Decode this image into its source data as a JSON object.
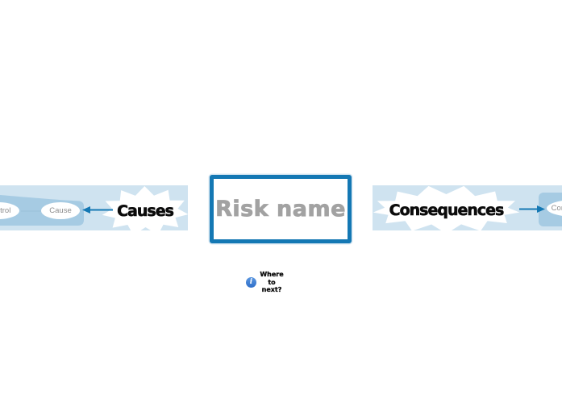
{
  "colors": {
    "accent_blue": "#1478b4",
    "band_light": "#cfe3f0",
    "band_dark": "#a6cbe3",
    "risk_text_gray": "#a2a2a2",
    "node_text_gray": "#8d8d8d",
    "label_black": "#0b0b0b",
    "info_icon_blue": "#2e6ec9",
    "connector_light": "#9cc3dc"
  },
  "center_topic": {
    "label": "Risk name"
  },
  "causes_branch": {
    "label": "Causes",
    "nodes": [
      {
        "label": "Control"
      },
      {
        "label": "Cause"
      }
    ]
  },
  "consequences_branch": {
    "label": "Consequences",
    "nodes": [
      {
        "label": "Consequence"
      }
    ]
  },
  "hint": {
    "icon": "info-icon",
    "icon_glyph": "i",
    "lines": [
      "Where",
      "to",
      "next?"
    ]
  }
}
